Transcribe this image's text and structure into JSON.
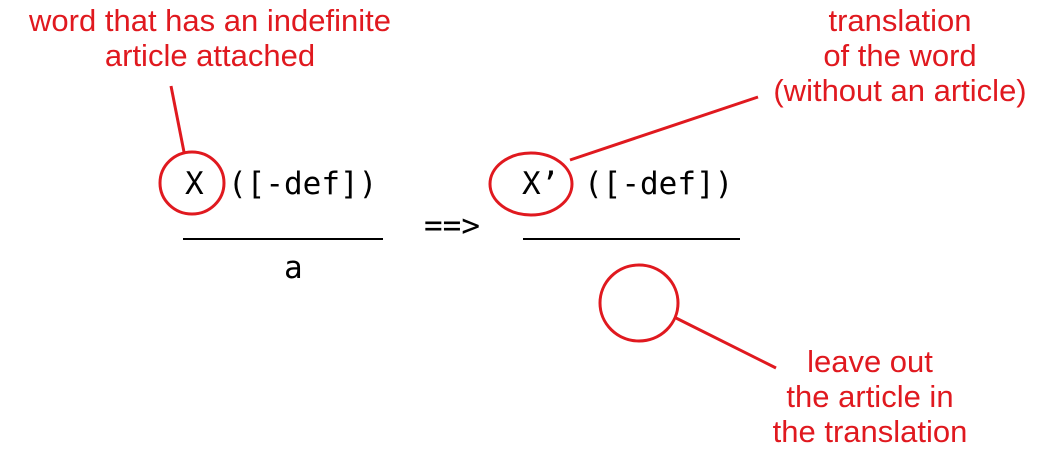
{
  "colors": {
    "annotation": "#e0191f",
    "formula": "#000000"
  },
  "notes": {
    "source_word": [
      "word that has an indefinite",
      "article attached"
    ],
    "translation": [
      "translation",
      "of the word",
      "(without an article)"
    ],
    "leave_out": [
      "leave out",
      "the article in",
      "the translation"
    ]
  },
  "formula": {
    "left_symbol": "X",
    "left_feature": "([-def])",
    "left_below": "a",
    "arrow": "==>",
    "right_symbol": "X’",
    "right_feature": "([-def])"
  }
}
